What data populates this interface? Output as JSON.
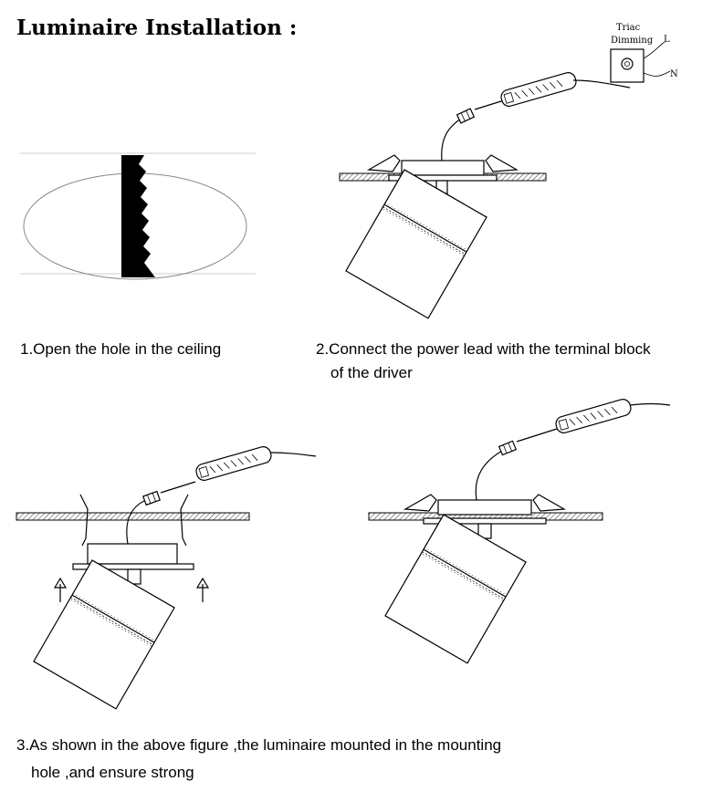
{
  "title": "Luminaire Installation :",
  "dimmer": {
    "line1": "Triac",
    "line2": "Dimming",
    "live": "L",
    "neutral": "N"
  },
  "steps": [
    {
      "line1": "1.Open the hole in the ceiling"
    },
    {
      "line1": "2.Connect the power lead with the terminal block",
      "line2": "of the driver"
    },
    {
      "line1": "3.As shown in the above figure ,the luminaire mounted in the mounting",
      "line2": "hole ,and ensure strong"
    }
  ]
}
